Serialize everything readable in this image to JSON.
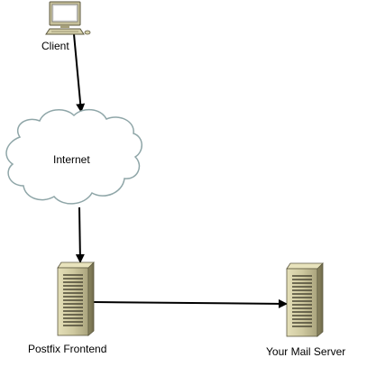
{
  "nodes": {
    "client": {
      "label": "Client",
      "icon": "desktop-computer-icon"
    },
    "internet": {
      "label": "Internet",
      "icon": "cloud-icon"
    },
    "postfix": {
      "label": "Postfix Frontend",
      "icon": "server-tower-icon"
    },
    "mail_server": {
      "label": "Your Mail Server",
      "icon": "server-tower-icon"
    }
  },
  "edges": [
    {
      "from": "client",
      "to": "internet"
    },
    {
      "from": "internet",
      "to": "postfix"
    },
    {
      "from": "postfix",
      "to": "mail_server"
    }
  ],
  "colors": {
    "server_body": "#c8c39a",
    "server_dark": "#6f6a4a",
    "cloud_stroke": "#8fa6a8",
    "arrow": "#000000"
  }
}
